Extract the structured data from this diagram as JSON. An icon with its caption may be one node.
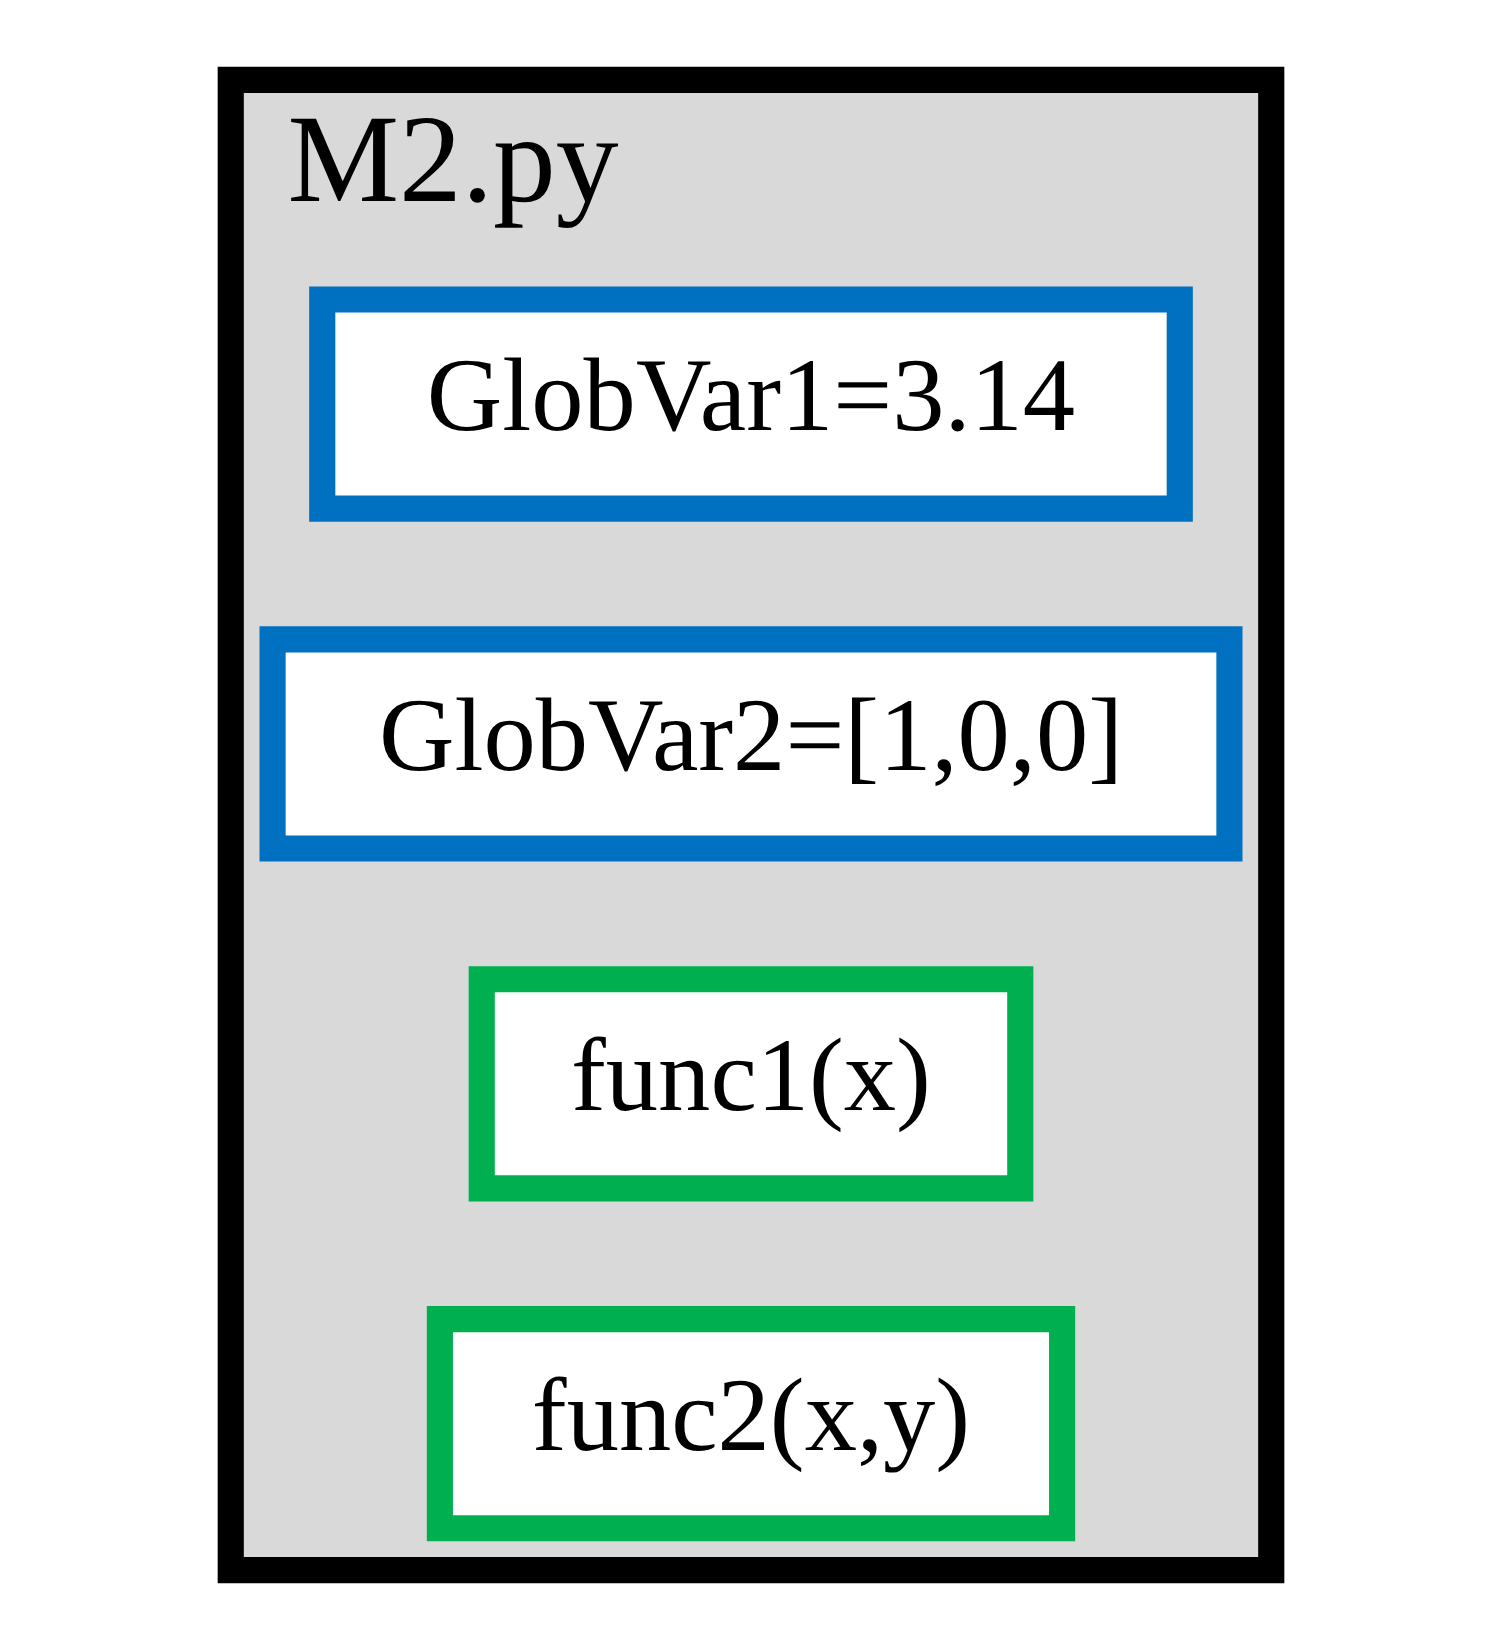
{
  "diagram": {
    "nodes": [
      {
        "text": [
          "M2.py"
        ]
      },
      {
        "text": [
          "GlobVar1=3.14"
        ],
        "in": 0
      },
      {
        "text": [
          "GlobVar2=[1,0,0]"
        ],
        "in": 0
      },
      {
        "text": [
          "func1(x)"
        ],
        "in": 0
      },
      {
        "text": [
          "func2(x,y)"
        ],
        "in": 0
      }
    ]
  }
}
